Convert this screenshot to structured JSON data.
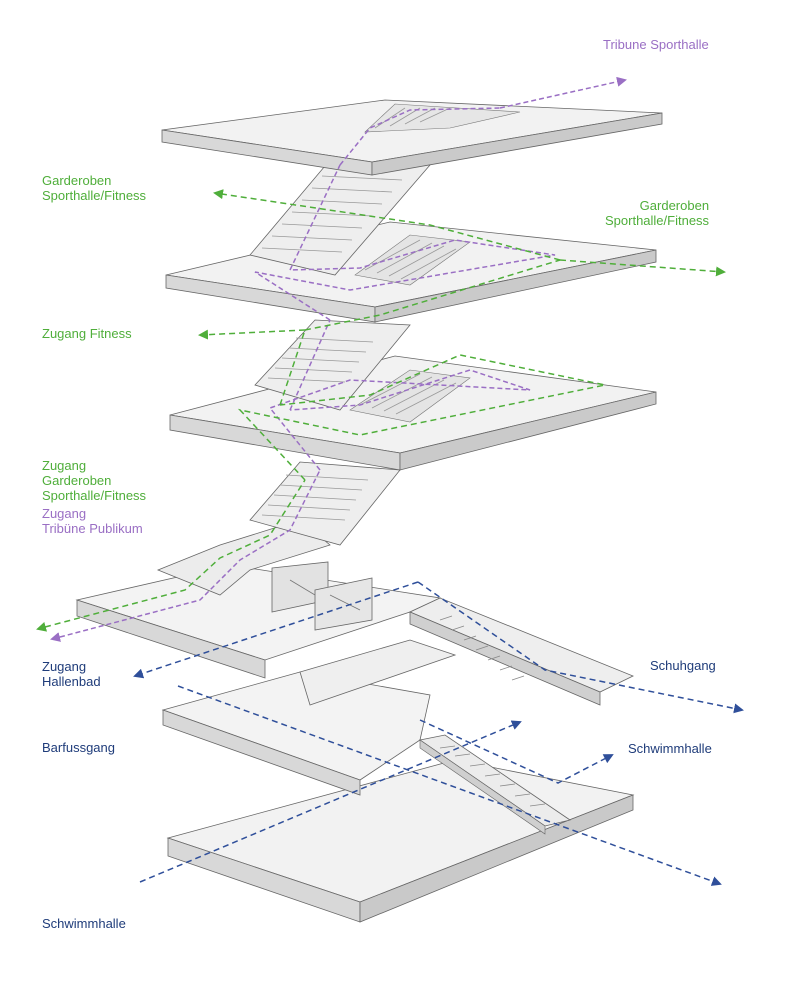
{
  "colors": {
    "purple": "#9a6fc4",
    "green": "#4fae3a",
    "blue": "#2f4f9a",
    "label_blue": "#1f3c7a",
    "slab_top": "#f1f1f1",
    "slab_side": "#d6d6d6",
    "slab_edge": "#555555"
  },
  "labels": {
    "tribune_sporthalle": "Tribune Sporthalle",
    "garderoben_left": [
      "Garderoben",
      "Sporthalle/Fitness"
    ],
    "garderoben_right": [
      "Garderoben",
      "Sporthalle/Fitness"
    ],
    "zugang_fitness": "Zugang Fitness",
    "zugang_garderoben": [
      "Zugang",
      "Garderoben",
      "Sporthalle/Fitness"
    ],
    "zugang_tribuene": [
      "Zugang",
      "Tribüne Publikum"
    ],
    "zugang_hallenbad": [
      "Zugang",
      "Hallenbad"
    ],
    "schuhgang": "Schuhgang",
    "barfussgang": "Barfussgang",
    "schwimmhalle_right": "Schwimmhalle",
    "schwimmhalle_bottom": "Schwimmhalle"
  }
}
